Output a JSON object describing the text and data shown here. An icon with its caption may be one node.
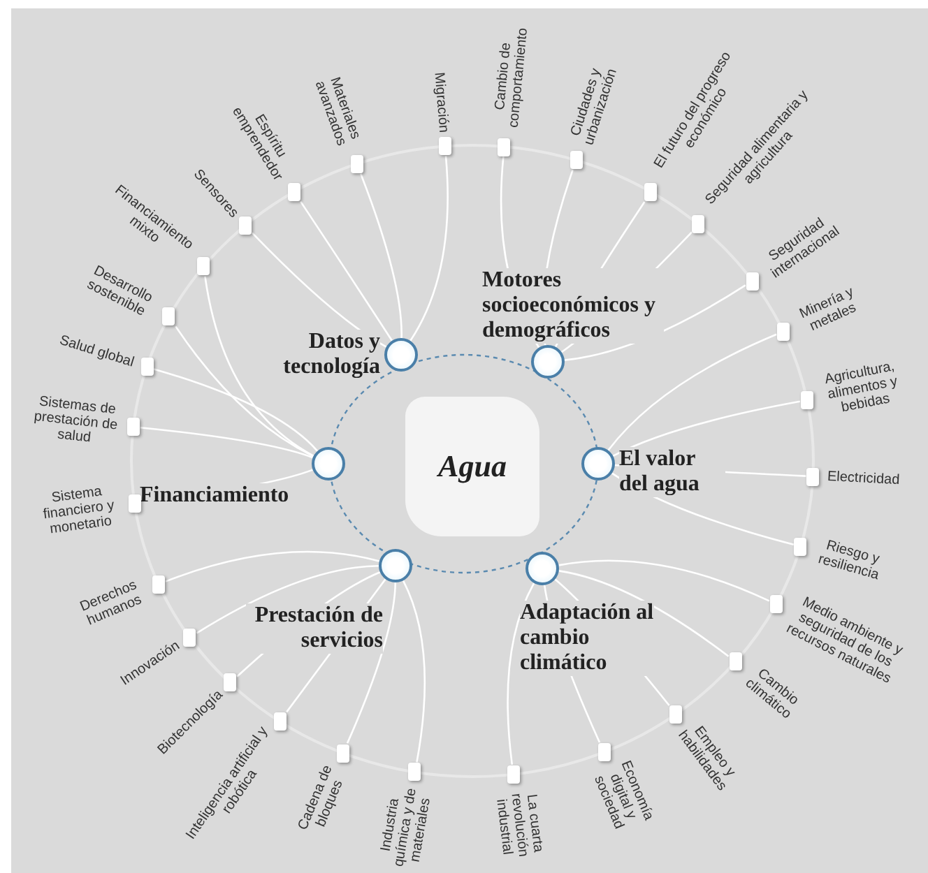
{
  "diagram": {
    "nodes": [
      {
        "text": [
          "Agua"
        ]
      },
      {
        "text": [
          "Datos y tecnología"
        ]
      },
      {
        "text": [
          "Motores socioeconómicos y demográficos"
        ]
      },
      {
        "text": [
          "El valor del agua"
        ]
      },
      {
        "text": [
          "Adaptación al cambio climático"
        ]
      },
      {
        "text": [
          "Prestación de servicios"
        ]
      },
      {
        "text": [
          "Financiamiento"
        ]
      },
      {
        "text": [
          "Migración"
        ]
      },
      {
        "text": [
          "Cambio de comportamiento"
        ]
      },
      {
        "text": [
          "Ciudades y urbanización"
        ]
      },
      {
        "text": [
          "El futuro del progreso económico"
        ]
      },
      {
        "text": [
          "Seguridad alimentaria y agricultura"
        ]
      },
      {
        "text": [
          "Seguridad internacional"
        ]
      },
      {
        "text": [
          "Minería y metales"
        ]
      },
      {
        "text": [
          "Agricultura, alimentos y bebidas"
        ]
      },
      {
        "text": [
          "Electricidad"
        ]
      },
      {
        "text": [
          "Riesgo y resiliencia"
        ]
      },
      {
        "text": [
          "Medio ambiente y seguridad de los recursos naturales"
        ]
      },
      {
        "text": [
          "Cambio climático"
        ]
      },
      {
        "text": [
          "Empleo y habilidades"
        ]
      },
      {
        "text": [
          "Economía digital y sociedad"
        ]
      },
      {
        "text": [
          "La cuarta revolución industrial"
        ]
      },
      {
        "text": [
          "Industria química y de materiales"
        ]
      },
      {
        "text": [
          "Cadena de bloques"
        ]
      },
      {
        "text": [
          "Inteligencia artificial y robótica"
        ]
      },
      {
        "text": [
          "Biotecnología"
        ]
      },
      {
        "text": [
          "Innovación"
        ]
      },
      {
        "text": [
          "Derechos humanos"
        ]
      },
      {
        "text": [
          "Sistema financiero y monetario"
        ]
      },
      {
        "text": [
          "Sistemas de prestación de salud"
        ]
      },
      {
        "text": [
          "Salud global"
        ]
      },
      {
        "text": [
          "Desarrollo sostenible"
        ]
      },
      {
        "text": [
          "Financiamiento mixto"
        ]
      },
      {
        "text": [
          "Sensores"
        ]
      },
      {
        "text": [
          "Espíritu emprendedor"
        ]
      },
      {
        "text": [
          "Materiales avanzados"
        ]
      }
    ],
    "edges": [
      {
        "from": 1,
        "to": 7,
        "arrow": "none"
      },
      {
        "from": 1,
        "to": 35,
        "arrow": "none"
      },
      {
        "from": 1,
        "to": 34,
        "arrow": "none"
      },
      {
        "from": 1,
        "to": 33,
        "arrow": "none"
      },
      {
        "from": 2,
        "to": 8,
        "arrow": "none"
      },
      {
        "from": 2,
        "to": 9,
        "arrow": "none"
      },
      {
        "from": 2,
        "to": 10,
        "arrow": "none"
      },
      {
        "from": 2,
        "to": 11,
        "arrow": "none"
      },
      {
        "from": 2,
        "to": 12,
        "arrow": "none"
      },
      {
        "from": 3,
        "to": 13,
        "arrow": "none"
      },
      {
        "from": 3,
        "to": 14,
        "arrow": "none"
      },
      {
        "from": 3,
        "to": 15,
        "arrow": "none"
      },
      {
        "from": 3,
        "to": 16,
        "arrow": "none"
      },
      {
        "from": 4,
        "to": 17,
        "arrow": "none"
      },
      {
        "from": 4,
        "to": 18,
        "arrow": "none"
      },
      {
        "from": 4,
        "to": 19,
        "arrow": "none"
      },
      {
        "from": 4,
        "to": 20,
        "arrow": "none"
      },
      {
        "from": 4,
        "to": 21,
        "arrow": "none"
      },
      {
        "from": 5,
        "to": 22,
        "arrow": "none"
      },
      {
        "from": 5,
        "to": 23,
        "arrow": "none"
      },
      {
        "from": 5,
        "to": 24,
        "arrow": "none"
      },
      {
        "from": 5,
        "to": 25,
        "arrow": "none"
      },
      {
        "from": 5,
        "to": 26,
        "arrow": "none"
      },
      {
        "from": 5,
        "to": 27,
        "arrow": "none"
      },
      {
        "from": 6,
        "to": 28,
        "arrow": "none"
      },
      {
        "from": 6,
        "to": 29,
        "arrow": "none"
      },
      {
        "from": 6,
        "to": 30,
        "arrow": "none"
      },
      {
        "from": 6,
        "to": 31,
        "arrow": "none"
      },
      {
        "from": 6,
        "to": 32,
        "arrow": "none"
      }
    ]
  }
}
